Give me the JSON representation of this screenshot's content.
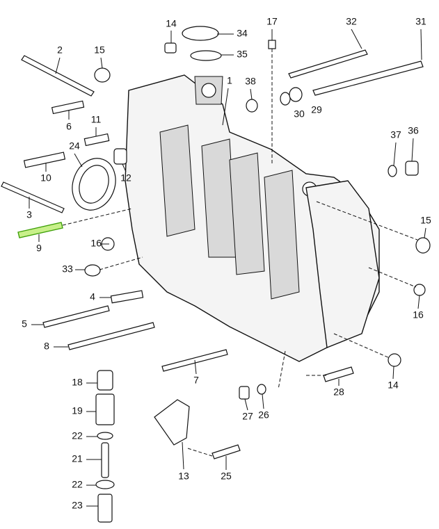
{
  "title": "Crankcase exploded parts diagram",
  "highlight_color": "#7ed321",
  "highlighted_part": "9",
  "labels": [
    "14",
    "34",
    "35",
    "17",
    "32",
    "31",
    "2",
    "15",
    "1",
    "38",
    "30",
    "29",
    "6",
    "11",
    "24",
    "37",
    "36",
    "10",
    "12",
    "3",
    "15",
    "9",
    "16",
    "33",
    "4",
    "16",
    "5",
    "8",
    "7",
    "14",
    "28",
    "18",
    "19",
    "22",
    "27",
    "26",
    "21",
    "13",
    "25",
    "22",
    "23"
  ]
}
